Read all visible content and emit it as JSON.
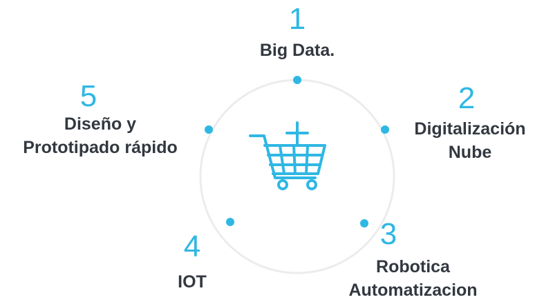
{
  "colors": {
    "accent": "#2fb7e4",
    "ring": "#ececec",
    "text": "#333840"
  },
  "center_icon": "shopping-cart-add-icon",
  "items": [
    {
      "number": "1",
      "lines": [
        "Big Data."
      ]
    },
    {
      "number": "2",
      "lines": [
        "Digitalización",
        "Nube"
      ]
    },
    {
      "number": "3",
      "lines": [
        "Robotica",
        "Automatizacion"
      ]
    },
    {
      "number": "4",
      "lines": [
        "IOT"
      ]
    },
    {
      "number": "5",
      "lines": [
        "Diseño y",
        "Prototipado rápido"
      ]
    }
  ]
}
